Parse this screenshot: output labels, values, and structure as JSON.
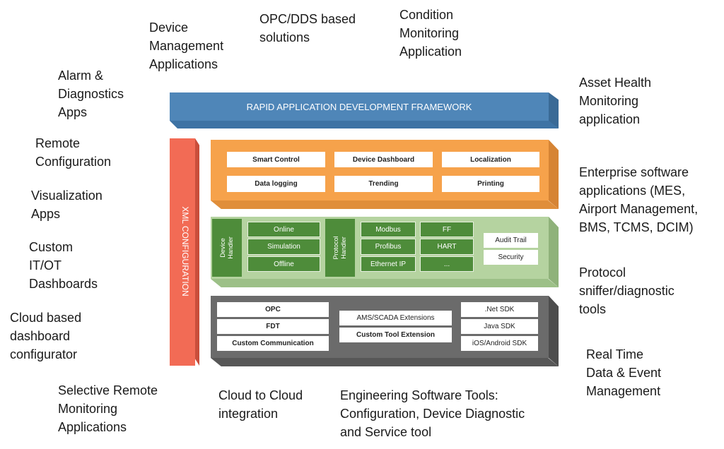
{
  "labels": {
    "device_mgmt": "Device\nManagement\nApplications",
    "opc_dds": "OPC/DDS based\nsolutions",
    "condition_monitoring": "Condition\nMonitoring\nApplication",
    "alarm": "Alarm &\nDiagnostics\nApps",
    "asset_health": "Asset Health\nMonitoring\napplication",
    "remote_config": "Remote\nConfiguration",
    "visualization": "Visualization\nApps",
    "custom_dash": "Custom\nIT/OT\nDashboards",
    "cloud_dash": "Cloud based\ndashboard\nconfigurator",
    "enterprise": "Enterprise software\napplications (MES,\nAirport Management,\nBMS, TCMS, DCIM)",
    "protocol_sniffer": "Protocol\nsniffer/diagnostic\ntools",
    "real_time": "Real Time\nData & Event\nManagement",
    "selective_remote": "Selective Remote\nMonitoring\nApplications",
    "cloud_to_cloud": "Cloud to Cloud\nintegration",
    "engineering_tools": "Engineering Software Tools:\nConfiguration, Device Diagnostic\nand Service tool"
  },
  "framework": {
    "rapid": "RAPID APPLICATION DEVELOPMENT FRAMEWORK",
    "xml": "XML CONFIGURATION"
  },
  "orange_layer": {
    "items": [
      "Smart Control",
      "Device Dashboard",
      "Localization",
      "Data logging",
      "Trending",
      "Printing"
    ]
  },
  "green_layer": {
    "device_handler": "Device\nHandler",
    "device_items": [
      "Online",
      "Simulation",
      "Offline"
    ],
    "protocol_handler": "Protocol\nHandler",
    "protocol_col1": [
      "Modbus",
      "Profibus",
      "Ethernet IP"
    ],
    "protocol_col2": [
      "FF",
      "HART",
      "..."
    ],
    "side_items": [
      "Audit Trail",
      "Security"
    ]
  },
  "gray_layer": {
    "col1": [
      "OPC",
      "FDT",
      "Custom Communication"
    ],
    "col2": [
      "AMS/SCADA Extensions",
      "Custom Tool Extension"
    ],
    "col3": [
      ".Net SDK",
      "Java SDK",
      "iOS/Android SDK"
    ]
  },
  "colors": {
    "blue": "#4f86b8",
    "orange": "#f6a24b",
    "green_bg": "#b5d3a0",
    "green_dark": "#4e8c3a",
    "gray": "#6b6b6b",
    "red": "#f26b55"
  }
}
